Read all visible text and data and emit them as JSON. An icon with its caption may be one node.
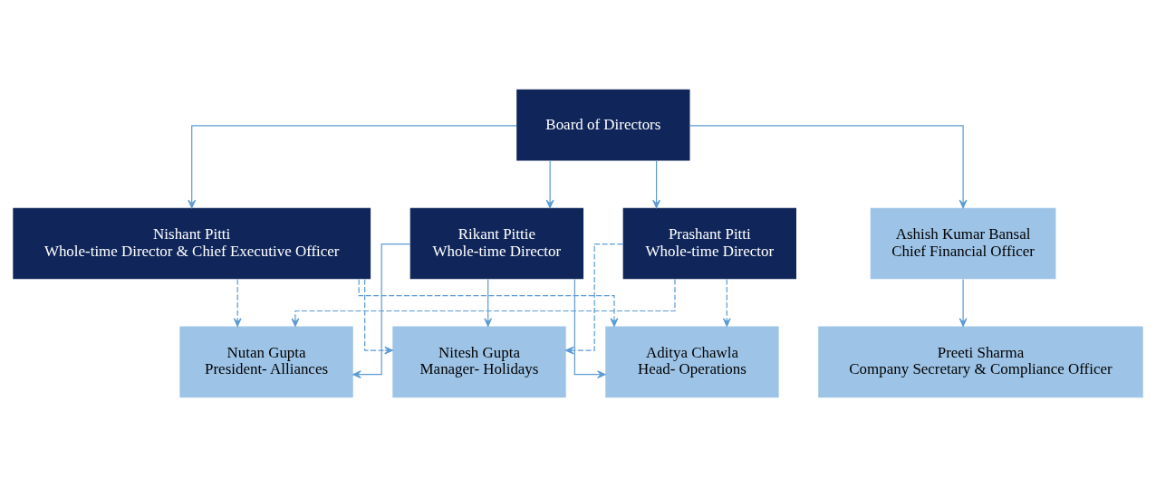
{
  "diagram": {
    "nodes": [
      {
        "text": [
          "Board of Directors"
        ]
      },
      {
        "text": [
          "Nishant Pitti",
          "Whole-time Director & Chief Executive Officer"
        ]
      },
      {
        "text": [
          "Rikant Pittie",
          "Whole-time Director"
        ]
      },
      {
        "text": [
          "Prashant Pitti",
          "Whole-time Director"
        ]
      },
      {
        "text": [
          "Ashish Kumar Bansal",
          "Chief Financial Officer"
        ]
      },
      {
        "text": [
          "Preeti Sharma",
          "Company Secretary & Compliance Officer"
        ]
      },
      {
        "text": [
          "Nutan Gupta",
          "President- Alliances"
        ]
      },
      {
        "text": [
          "Nitesh Gupta",
          "Manager- Holidays"
        ]
      },
      {
        "text": [
          "Aditya Chawla",
          "Head- Operations"
        ]
      }
    ],
    "edges": [
      {
        "from": 0,
        "to": 4,
        "arrow": "to"
      },
      {
        "from": 0,
        "to": 1,
        "arrow": "to"
      },
      {
        "from": 0,
        "to": 2,
        "arrow": "to"
      },
      {
        "from": 0,
        "to": 3,
        "arrow": "to"
      },
      {
        "from": 4,
        "to": 5,
        "arrow": "to"
      },
      {
        "from": 1,
        "to": 6,
        "arrow": "to",
        "style": "dashed"
      },
      {
        "from": 1,
        "to": 7,
        "arrow": "to",
        "style": "dashed"
      },
      {
        "from": 1,
        "to": 8,
        "arrow": "to",
        "style": "dashed"
      },
      {
        "from": 2,
        "to": 6,
        "arrow": "to"
      },
      {
        "from": 2,
        "to": 7,
        "arrow": "to"
      },
      {
        "from": 2,
        "to": 8,
        "arrow": "to"
      },
      {
        "from": 3,
        "to": 6,
        "arrow": "to",
        "style": "dashed"
      },
      {
        "from": 3,
        "to": 7,
        "arrow": "to",
        "style": "dashed"
      },
      {
        "from": 3,
        "to": 8,
        "arrow": "to",
        "style": "dashed"
      }
    ]
  }
}
